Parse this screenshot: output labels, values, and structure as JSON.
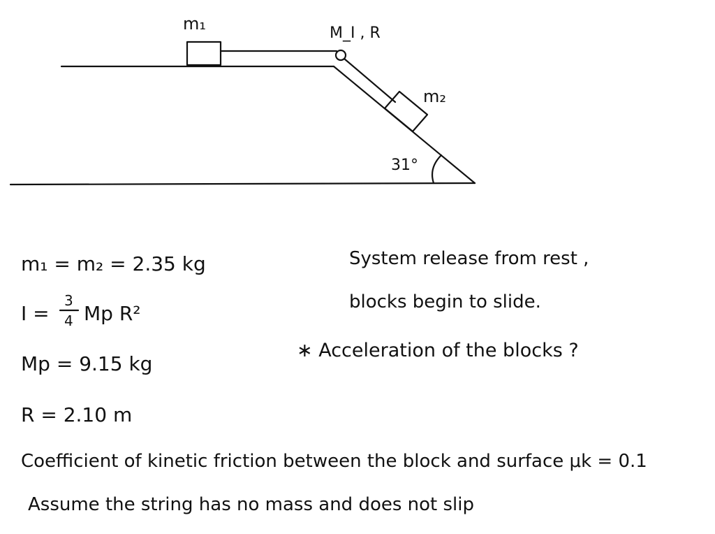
{
  "diagram": {
    "labels": {
      "m1": "m₁",
      "pulley": "M_I , R",
      "m2": "m₂",
      "angle": "31°"
    }
  },
  "notes": {
    "masses": "m₁ = m₂ = 2.35 kg",
    "inertia_lhs": "I = ",
    "inertia_frac_num": "3",
    "inertia_frac_den": "4",
    "inertia_rhs": "Mp R²",
    "mp": "Mp = 9.15 kg",
    "radius": "R = 2.10 m",
    "statement_1": "System release from rest ,",
    "statement_2": "blocks begin to slide.",
    "question": "∗ Acceleration of the blocks ?",
    "friction": "Coefficient of kinetic friction between the block and surface  μk = 0.1",
    "string": "Assume the string has no mass and does not slip"
  }
}
